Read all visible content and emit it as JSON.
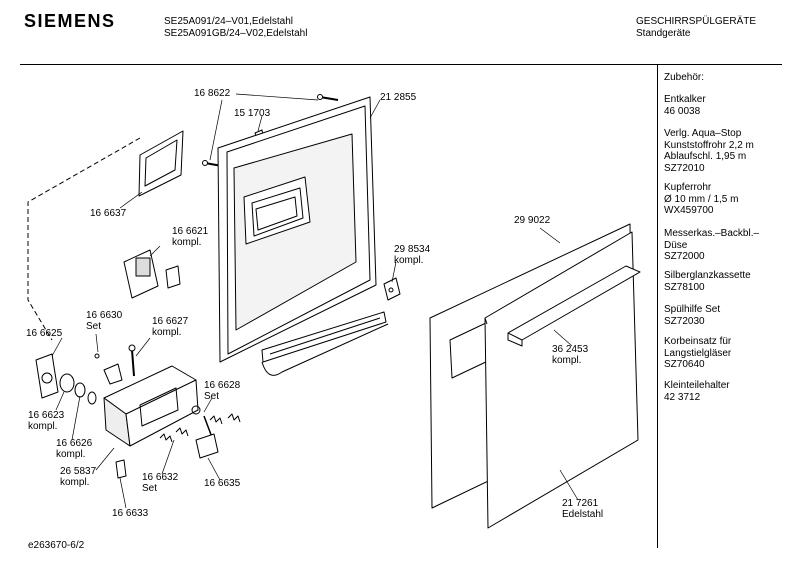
{
  "header": {
    "brand": "SIEMENS",
    "model_line_1": "SE25A091/24–V01,Edelstahl",
    "model_line_2": "SE25A091GB/24–V02,Edelstahl",
    "category_line_1": "GESCHIRRSPÜLGERÄTE",
    "category_line_2": "Standgeräte"
  },
  "footer": {
    "doc_id": "e263670-6/2"
  },
  "accessories": {
    "title": "Zubehör:",
    "items": [
      {
        "lines": [
          "Entkalker",
          "46 0038"
        ]
      },
      {
        "lines": [
          "Verlg. Aqua–Stop",
          "Kunststoffrohr 2,2 m",
          "Ablaufschl. 1,95 m",
          "SZ72010"
        ]
      },
      {
        "lines": [
          "Kupferrohr",
          "Ø 10 mm / 1,5 m",
          "WX459700"
        ]
      },
      {
        "lines": [
          "Messerkas.–Backbl.–",
          "Düse",
          "SZ72000"
        ]
      },
      {
        "lines": [
          "Silberglanzkassette",
          "SZ78100"
        ]
      },
      {
        "lines": [
          "Spülhilfe Set",
          "SZ72030"
        ]
      },
      {
        "lines": [
          "Korbeinsatz für",
          "Langstielgläser",
          "SZ70640"
        ]
      },
      {
        "lines": [
          "Kleinteilehalter",
          "42 3712"
        ]
      }
    ]
  },
  "parts": [
    {
      "id": "p_168622",
      "lines": [
        "16 8622"
      ]
    },
    {
      "id": "p_212855",
      "lines": [
        "21 2855"
      ]
    },
    {
      "id": "p_151703",
      "lines": [
        "15 1703"
      ]
    },
    {
      "id": "p_166637",
      "lines": [
        "16 6637"
      ]
    },
    {
      "id": "p_166621",
      "lines": [
        "16 6621",
        "kompl."
      ]
    },
    {
      "id": "p_298534",
      "lines": [
        "29 8534",
        "kompl."
      ]
    },
    {
      "id": "p_299022",
      "lines": [
        "29 9022"
      ]
    },
    {
      "id": "p_166625",
      "lines": [
        "16 6625"
      ]
    },
    {
      "id": "p_166630",
      "lines": [
        "16 6630",
        "Set"
      ]
    },
    {
      "id": "p_166627",
      "lines": [
        "16 6627",
        "kompl."
      ]
    },
    {
      "id": "p_362453",
      "lines": [
        "36 2453",
        "kompl."
      ]
    },
    {
      "id": "p_166623",
      "lines": [
        "16 6623",
        "kompl."
      ]
    },
    {
      "id": "p_166628",
      "lines": [
        "16 6628",
        "Set"
      ]
    },
    {
      "id": "p_166626",
      "lines": [
        "16 6626",
        "kompl."
      ]
    },
    {
      "id": "p_265837",
      "lines": [
        "26 5837",
        "kompl."
      ]
    },
    {
      "id": "p_166632",
      "lines": [
        "16 6632",
        "Set"
      ]
    },
    {
      "id": "p_166635",
      "lines": [
        "16 6635"
      ]
    },
    {
      "id": "p_166633",
      "lines": [
        "16 6633"
      ]
    },
    {
      "id": "p_217261",
      "lines": [
        "21 7261",
        "Edelstahl"
      ]
    }
  ]
}
